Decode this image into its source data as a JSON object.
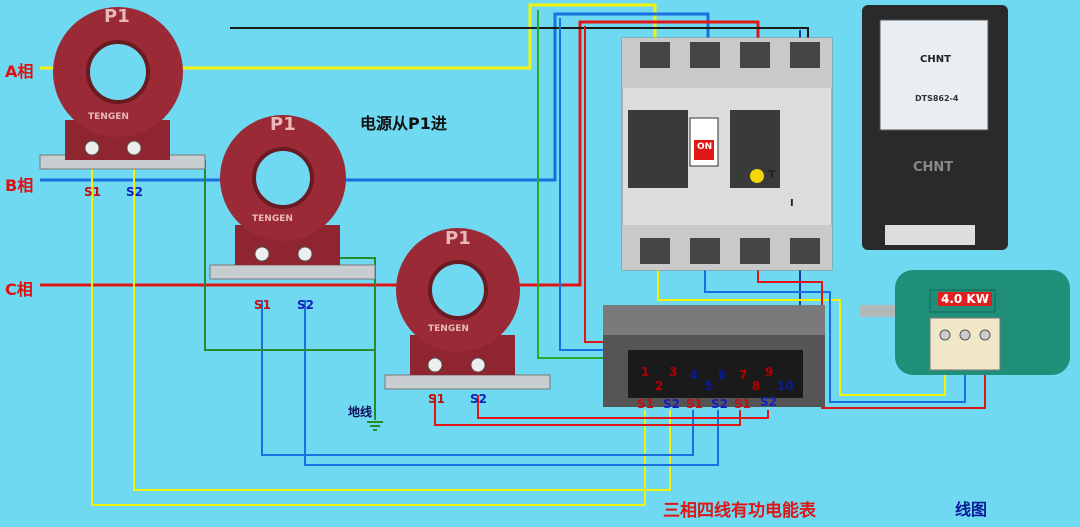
{
  "phases": {
    "a": "A相",
    "b": "B相",
    "c": "C相"
  },
  "ct": {
    "p1": "P1",
    "brand": "TENGEN",
    "s1": "S1",
    "s2": "S2"
  },
  "note": "电源从P1进",
  "ground": "地线",
  "meter_terminals": {
    "top": [
      "1",
      "3",
      "4",
      "6",
      "7",
      "9"
    ],
    "bottom": [
      "2",
      "5",
      "8",
      "10"
    ]
  },
  "meter_ct_labels": [
    "S1",
    "S2",
    "S1",
    "S2",
    "S1",
    "S2"
  ],
  "motor_power": "4.0 KW",
  "chnt": {
    "brand": "CHNT",
    "model": "DTS862-4",
    "brand2": "CHNT"
  },
  "breaker": {
    "on": "ON",
    "off": "I",
    "test": "T"
  },
  "title_main": "三相四线有功电能表",
  "title_suffix": "线图",
  "colors": {
    "phase_a": "#f2f20a",
    "phase_b": "#1a6fe0",
    "phase_c": "#e01515",
    "neutral": "#1a1a1a",
    "ct_body": "#9a2a35",
    "ground": "#2a8a2a"
  }
}
